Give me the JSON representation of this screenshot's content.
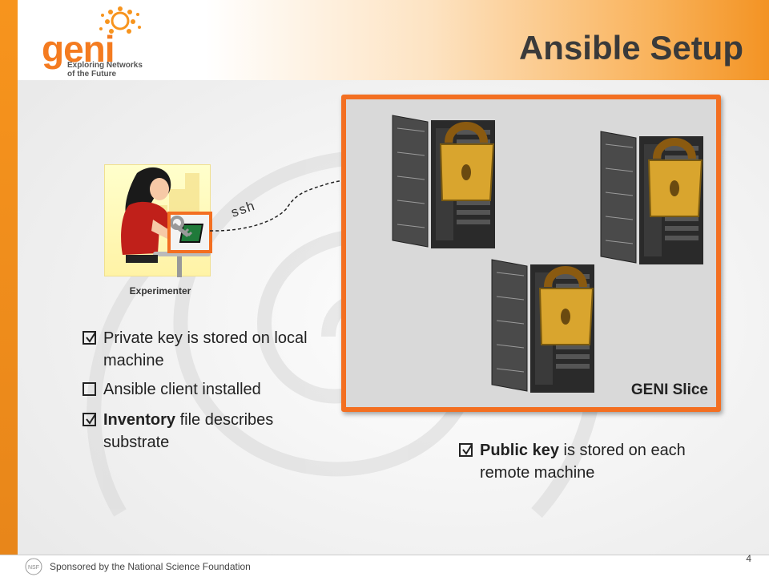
{
  "logo": {
    "word": "geni",
    "tagline": "Exploring Networks\nof the Future"
  },
  "title": "Ansible Setup",
  "experimenter": {
    "label": "Experimenter"
  },
  "connection": {
    "label": "ssh"
  },
  "slice": {
    "label": "GENI Slice"
  },
  "bullets_left": [
    {
      "bold": "",
      "text": "Private key is stored on local machine",
      "checked": true
    },
    {
      "bold": "",
      "text": "Ansible client installed",
      "checked": false
    },
    {
      "bold": "Inventory",
      "text": " file describes substrate",
      "checked": true
    }
  ],
  "bullet_right": {
    "bold": "Public key",
    "text": " is stored on each remote machine",
    "checked": true
  },
  "footer": {
    "sponsor": "Sponsored by the National Science Foundation",
    "page": "4"
  },
  "colors": {
    "accent": "#f36f21",
    "brand": "#f47b20"
  }
}
